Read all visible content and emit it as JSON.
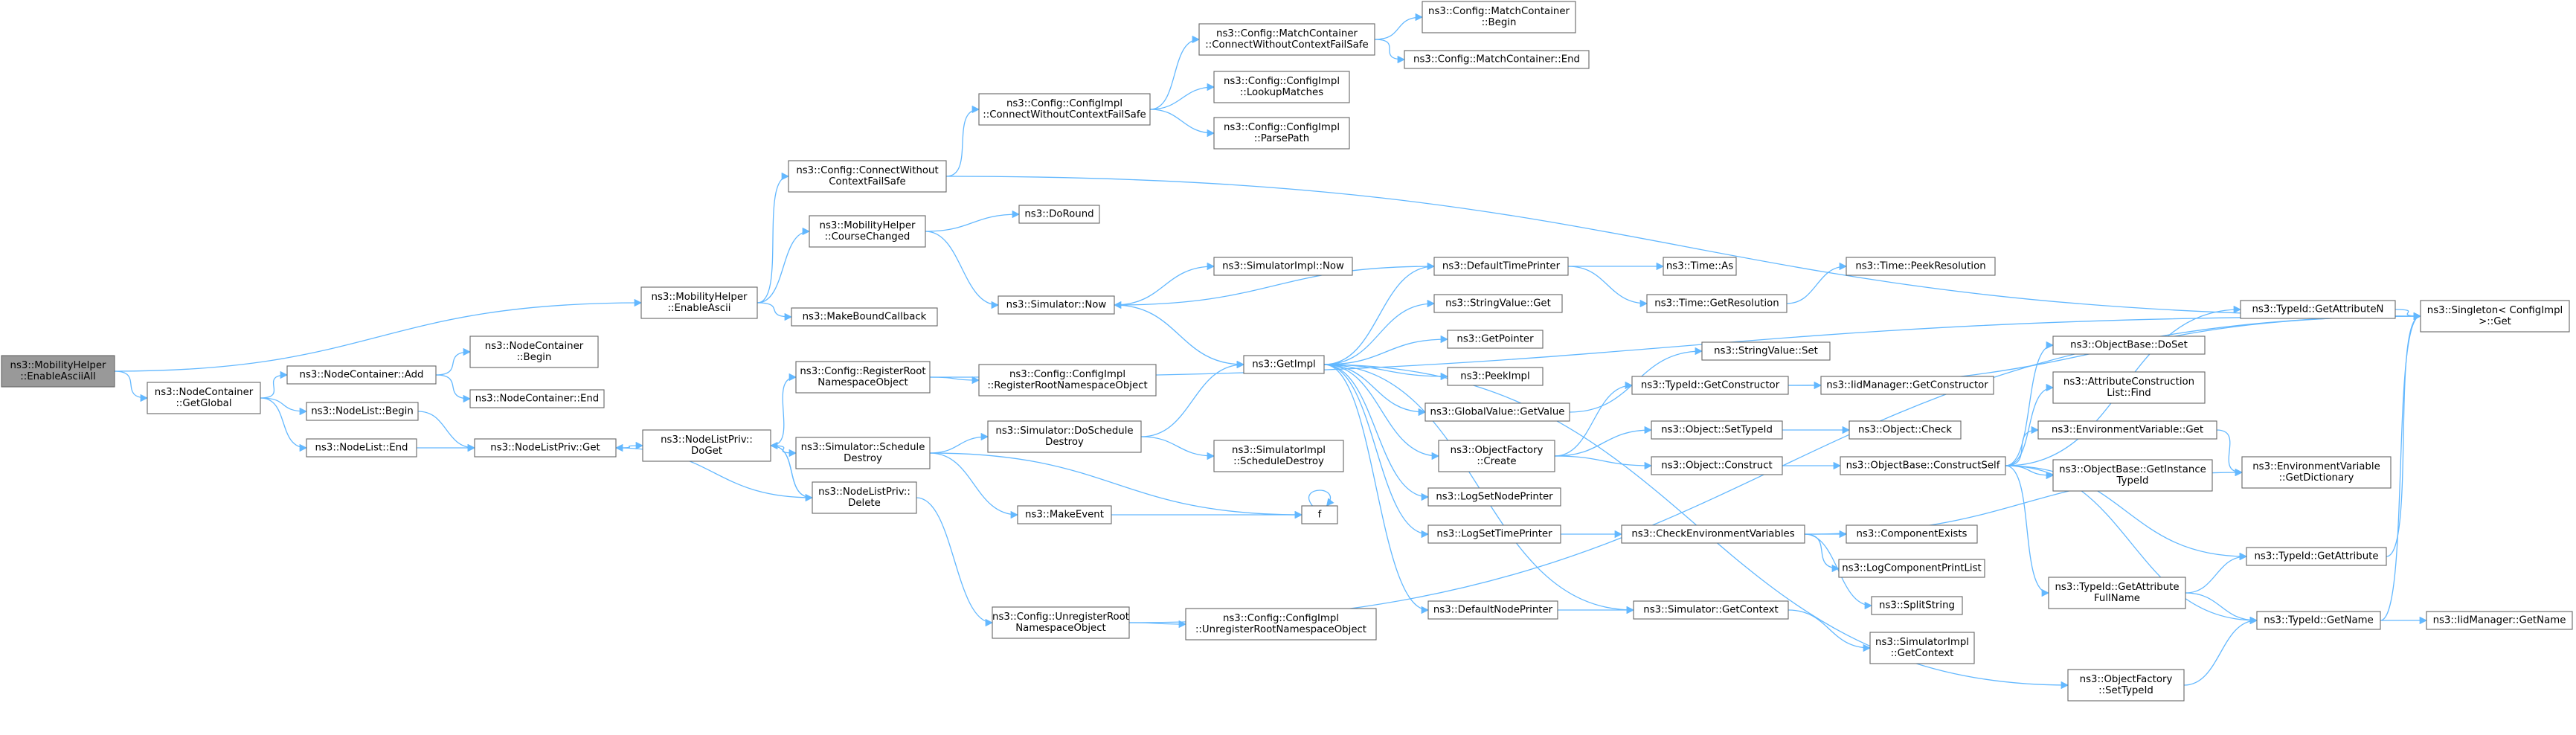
{
  "colors": {
    "edge": "#63b8ff",
    "node_fill": "#ffffff",
    "node_border": "#666666",
    "root_fill": "#999999",
    "truncated_border": "#ff0000",
    "text": "#000000"
  },
  "nodes": [
    {
      "id": "root",
      "lines": [
        "ns3::MobilityHelper",
        "::EnableAsciiAll"
      ],
      "style": "root"
    },
    {
      "id": "nc_getglobal",
      "lines": [
        "ns3::NodeContainer",
        "::GetGlobal"
      ]
    },
    {
      "id": "nc_add",
      "lines": [
        "ns3::NodeContainer::Add"
      ]
    },
    {
      "id": "nc_begin",
      "lines": [
        "ns3::NodeContainer",
        "::Begin"
      ]
    },
    {
      "id": "nc_end",
      "lines": [
        "ns3::NodeContainer::End"
      ]
    },
    {
      "id": "nl_begin",
      "lines": [
        "ns3::NodeList::Begin"
      ]
    },
    {
      "id": "nl_end",
      "lines": [
        "ns3::NodeList::End"
      ]
    },
    {
      "id": "nlp_get",
      "lines": [
        "ns3::NodeListPriv::Get"
      ]
    },
    {
      "id": "nlp_doget",
      "lines": [
        "ns3::NodeListPriv::",
        "DoGet"
      ]
    },
    {
      "id": "nlp_delete",
      "lines": [
        "ns3::NodeListPriv::",
        "Delete"
      ]
    },
    {
      "id": "mh_enableascii",
      "lines": [
        "ns3::MobilityHelper",
        "::EnableAscii"
      ]
    },
    {
      "id": "cfg_connect",
      "lines": [
        "ns3::Config::ConnectWithout",
        "ContextFailSafe"
      ]
    },
    {
      "id": "mh_coursechanged",
      "lines": [
        "ns3::MobilityHelper",
        "::CourseChanged"
      ]
    },
    {
      "id": "makebound",
      "lines": [
        "ns3::MakeBoundCallback"
      ]
    },
    {
      "id": "cfg_regroot",
      "lines": [
        "ns3::Config::RegisterRoot",
        "NamespaceObject"
      ]
    },
    {
      "id": "sim_sched_destroy",
      "lines": [
        "ns3::Simulator::Schedule",
        "Destroy"
      ]
    },
    {
      "id": "cfg_unregroot",
      "lines": [
        "ns3::Config::UnregisterRoot",
        "NamespaceObject"
      ]
    },
    {
      "id": "cfgimpl_connect",
      "lines": [
        "ns3::Config::ConfigImpl",
        "::ConnectWithoutContextFailSafe"
      ]
    },
    {
      "id": "doround",
      "lines": [
        "ns3::DoRound"
      ]
    },
    {
      "id": "sim_now",
      "lines": [
        "ns3::Simulator::Now"
      ]
    },
    {
      "id": "cfgimpl_reg",
      "lines": [
        "ns3::Config::ConfigImpl",
        "::RegisterRootNamespaceObject"
      ]
    },
    {
      "id": "sim_doschedule",
      "lines": [
        "ns3::Simulator::DoSchedule",
        "Destroy"
      ]
    },
    {
      "id": "makeevent",
      "lines": [
        "ns3::MakeEvent"
      ]
    },
    {
      "id": "cfgimpl_unreg",
      "lines": [
        "ns3::Config::ConfigImpl",
        "::UnregisterRootNamespaceObject"
      ]
    },
    {
      "id": "mc_connect",
      "lines": [
        "ns3::Config::MatchContainer",
        "::ConnectWithoutContextFailSafe"
      ]
    },
    {
      "id": "cfgimpl_lookup",
      "lines": [
        "ns3::Config::ConfigImpl",
        "::LookupMatches"
      ]
    },
    {
      "id": "cfgimpl_parse",
      "lines": [
        "ns3::Config::ConfigImpl",
        "::ParsePath"
      ]
    },
    {
      "id": "simimpl_now",
      "lines": [
        "ns3::SimulatorImpl::Now"
      ]
    },
    {
      "id": "getimpl",
      "lines": [
        "ns3::GetImpl"
      ]
    },
    {
      "id": "simimpl_sched",
      "lines": [
        "ns3::SimulatorImpl",
        "::ScheduleDestroy"
      ]
    },
    {
      "id": "f",
      "lines": [
        "f"
      ]
    },
    {
      "id": "mc_begin",
      "lines": [
        "ns3::Config::MatchContainer",
        "::Begin"
      ]
    },
    {
      "id": "mc_end",
      "lines": [
        "ns3::Config::MatchContainer::End"
      ]
    },
    {
      "id": "defaulttimeprinter",
      "lines": [
        "ns3::DefaultTimePrinter"
      ]
    },
    {
      "id": "stringvalue_get",
      "lines": [
        "ns3::StringValue::Get"
      ]
    },
    {
      "id": "getpointer",
      "lines": [
        "ns3::GetPointer"
      ]
    },
    {
      "id": "peekimpl",
      "lines": [
        "ns3::PeekImpl"
      ]
    },
    {
      "id": "globalvalue_get",
      "lines": [
        "ns3::GlobalValue::GetValue"
      ]
    },
    {
      "id": "objfactory_create",
      "lines": [
        "ns3::ObjectFactory",
        "::Create"
      ]
    },
    {
      "id": "logsetnodeprinter",
      "lines": [
        "ns3::LogSetNodePrinter"
      ]
    },
    {
      "id": "logsettimeprinter",
      "lines": [
        "ns3::LogSetTimePrinter"
      ]
    },
    {
      "id": "defaultnodeprinter",
      "lines": [
        "ns3::DefaultNodePrinter"
      ]
    },
    {
      "id": "time_as",
      "lines": [
        "ns3::Time::As"
      ]
    },
    {
      "id": "time_getres",
      "lines": [
        "ns3::Time::GetResolution"
      ]
    },
    {
      "id": "time_peekres",
      "lines": [
        "ns3::Time::PeekResolution"
      ],
      "style": "truncated"
    },
    {
      "id": "stringvalue_set",
      "lines": [
        "ns3::StringValue::Set"
      ]
    },
    {
      "id": "typeid_getctor",
      "lines": [
        "ns3::TypeId::GetConstructor"
      ]
    },
    {
      "id": "iidmgr_getctor",
      "lines": [
        "ns3::IidManager::GetConstructor"
      ],
      "style": "truncated"
    },
    {
      "id": "obj_settypeid",
      "lines": [
        "ns3::Object::SetTypeId"
      ]
    },
    {
      "id": "obj_check",
      "lines": [
        "ns3::Object::Check"
      ],
      "style": "truncated"
    },
    {
      "id": "obj_construct",
      "lines": [
        "ns3::Object::Construct"
      ]
    },
    {
      "id": "objbase_constructself",
      "lines": [
        "ns3::ObjectBase::ConstructSelf"
      ],
      "style": "truncated"
    },
    {
      "id": "checkenvvars",
      "lines": [
        "ns3::CheckEnvironmentVariables"
      ]
    },
    {
      "id": "componentexists",
      "lines": [
        "ns3::ComponentExists"
      ],
      "style": "truncated"
    },
    {
      "id": "logcomponentprintlist",
      "lines": [
        "ns3::LogComponentPrintList"
      ],
      "style": "truncated"
    },
    {
      "id": "splitstring",
      "lines": [
        "ns3::SplitString"
      ]
    },
    {
      "id": "sim_getcontext",
      "lines": [
        "ns3::Simulator::GetContext"
      ]
    },
    {
      "id": "simimpl_getcontext",
      "lines": [
        "ns3::SimulatorImpl",
        "::GetContext"
      ]
    },
    {
      "id": "objfactory_settypeid",
      "lines": [
        "ns3::ObjectFactory",
        "::SetTypeId"
      ]
    },
    {
      "id": "typeid_getattrn",
      "lines": [
        "ns3::TypeId::GetAttributeN"
      ],
      "style": "truncated"
    },
    {
      "id": "objbase_doset",
      "lines": [
        "ns3::ObjectBase::DoSet"
      ]
    },
    {
      "id": "attrconstr_find",
      "lines": [
        "ns3::AttributeConstruction",
        "List::Find"
      ]
    },
    {
      "id": "envvar_get",
      "lines": [
        "ns3::EnvironmentVariable::Get"
      ]
    },
    {
      "id": "envvar_getdict",
      "lines": [
        "ns3::EnvironmentVariable",
        "::GetDictionary"
      ],
      "style": "truncated"
    },
    {
      "id": "objbase_getinst",
      "lines": [
        "ns3::ObjectBase::GetInstance",
        "TypeId"
      ]
    },
    {
      "id": "typeid_getattr",
      "lines": [
        "ns3::TypeId::GetAttribute"
      ],
      "style": "truncated"
    },
    {
      "id": "typeid_getattrfull",
      "lines": [
        "ns3::TypeId::GetAttribute",
        "FullName"
      ]
    },
    {
      "id": "typeid_getname",
      "lines": [
        "ns3::TypeId::GetName"
      ]
    },
    {
      "id": "iidmgr_getname",
      "lines": [
        "ns3::IidManager::GetName"
      ],
      "style": "truncated"
    },
    {
      "id": "singleton_get",
      "lines": [
        "ns3::Singleton< ConfigImpl",
        " >::Get"
      ]
    }
  ]
}
